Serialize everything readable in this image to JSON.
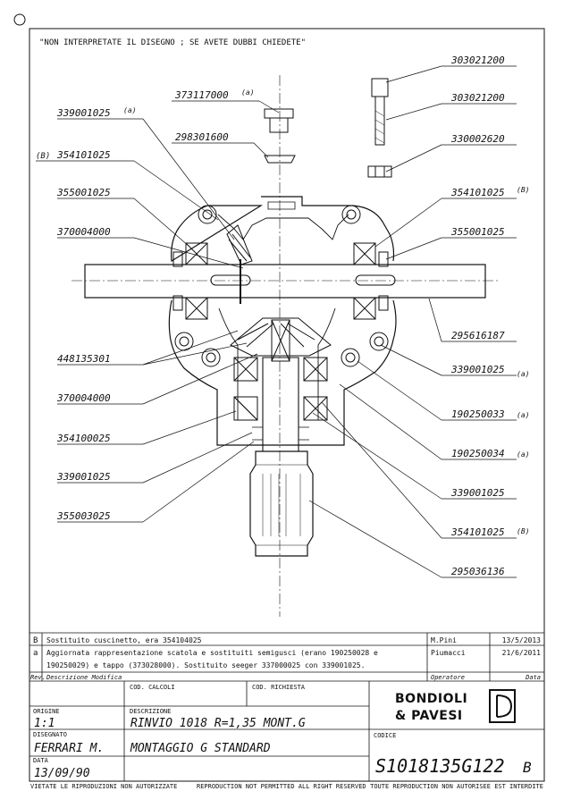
{
  "header_note": "\"NON INTERPRETATE IL DISEGNO ; SE AVETE DUBBI CHIEDETE\"",
  "parts": {
    "p_303021200_a": "303021200",
    "p_303021200_b": "303021200",
    "p_330002620": "330002620",
    "p_373117000a": "373117000",
    "p_373117000a_sup": "(a)",
    "p_339001025a_top": "339001025",
    "p_339001025a_top_sup": "(a)",
    "p_298301600": "298301600",
    "p_354101025_left_pre": "(B)",
    "p_354101025_left": "354101025",
    "p_355001025_left": "355001025",
    "p_354101025_right": "354101025",
    "p_354101025_right_sup": "(B)",
    "p_370004000_top": "370004000",
    "p_355001025_right": "355001025",
    "p_448135301": "448135301",
    "p_295616187": "295616187",
    "p_370004000_mid": "370004000",
    "p_339001025a_right": "339001025",
    "p_339001025a_right_sup": "(a)",
    "p_190250033a": "190250033",
    "p_190250033a_sup": "(a)",
    "p_354100025": "354100025",
    "p_190250034a": "190250034",
    "p_190250034a_sup": "(a)",
    "p_339001025_left": "339001025",
    "p_339001025_right": "339001025",
    "p_355003025": "355003025",
    "p_354101025_b2": "354101025",
    "p_354101025_b2_sup": "(B)",
    "p_295036136": "295036136"
  },
  "revisions": [
    {
      "rev": "B",
      "desc": "Sostituito cuscinetto, era 354104025",
      "desc2": "",
      "operator": "M.Pini",
      "date": "13/5/2013"
    },
    {
      "rev": "a",
      "desc": "Aggiornata rappresentazione scatola e sostituiti semigusci (erano 190250028 e",
      "desc2": "190250029) e tappo (373028000). Sostituito seeger 337000025 con 339001025.",
      "operator": "Piumacci",
      "date": "21/6/2011"
    }
  ],
  "revision_headers": {
    "rev": "Rev.",
    "desc": "Descrizione Modifica",
    "operator": "Operatore",
    "date": "Data"
  },
  "titleblock": {
    "cod_calcoli_label": "COD. CALCOLI",
    "cod_richiesta_label": "COD. RICHIESTA",
    "origine_label": "ORIGINE",
    "scale": "1:1",
    "descrizione_label": "DESCRIZIONE",
    "description_1": "RINVIO 1018 R=1,35 MONT.G",
    "disegnato_label": "DISEGNATO",
    "designer": "FERRARI M.",
    "description_2": "MONTAGGIO G STANDARD",
    "codice_label": "CODICE",
    "data_label": "DATA",
    "date": "13/09/90",
    "code": "S1018135G122",
    "code_rev": "B",
    "company_1": "BONDIOLI",
    "company_2": "& PAVESI"
  },
  "footer": {
    "it": "VIETATE LE RIPRODUZIONI NON AUTORIZZATE",
    "en": "REPRODUCTION NOT PERMITTED ALL RIGHT RESERVED",
    "fr": "TOUTE REPRODUCTION NON AUTORISEE EST INTERDITE"
  }
}
